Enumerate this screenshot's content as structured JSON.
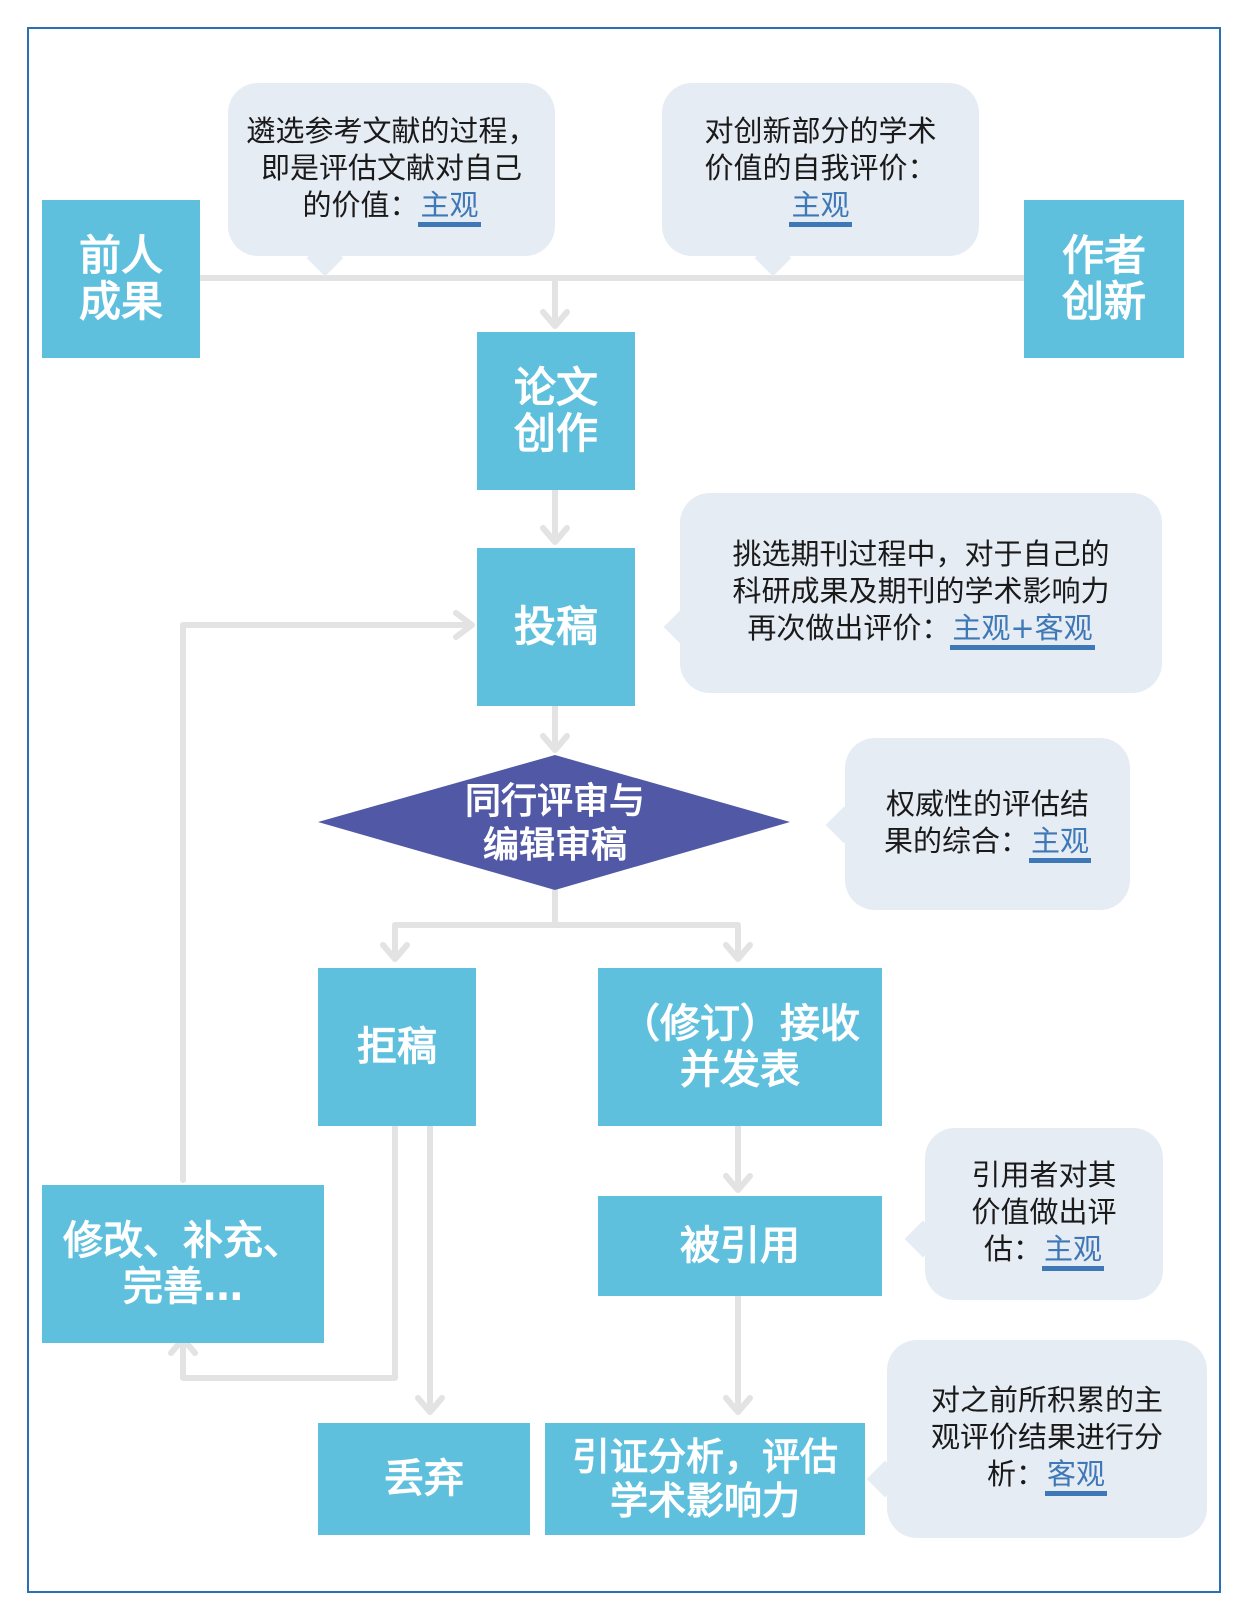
{
  "nodes": {
    "prior_results": "前人\n成果",
    "author_innovation": "作者\n创新",
    "writing": "论文\n创作",
    "submission": "投稿",
    "review": "同行评审与\n编辑审稿",
    "rejection": "拒稿",
    "acceptance": "（修订）接收\n并发表",
    "revise": "修改、补充、\n完善…",
    "cited": "被引用",
    "discard": "丢弃",
    "citation_analysis": "引证分析，评估\n学术影响力"
  },
  "notes": {
    "references": {
      "text": "遴选参考文献的过程，\n即是评估文献对自己\n的价值：",
      "tag": "主观"
    },
    "innovation": {
      "text": "对创新部分的学术\n价值的自我评价：\n",
      "tag": "主观"
    },
    "journal": {
      "text": "挑选期刊过程中，对于自己的\n科研成果及期刊的学术影响力\n再次做出评价：",
      "tag": "主观+客观"
    },
    "review": {
      "text": "权威性的评估结\n果的综合：",
      "tag": "主观"
    },
    "citer": {
      "text": "引用者对其\n价值做出评\n估：",
      "tag": "主观"
    },
    "analysis": {
      "text": "对之前所积累的主\n观评价结果进行分\n析：",
      "tag": "客观"
    }
  },
  "colors": {
    "box_fill": "#5fc0de",
    "diamond_fill": "#5159a6",
    "bubble_fill": "#e6ecf4",
    "connector": "#e3e3e3",
    "highlight": "#3f78b6",
    "frame": "#2b6fb5"
  }
}
